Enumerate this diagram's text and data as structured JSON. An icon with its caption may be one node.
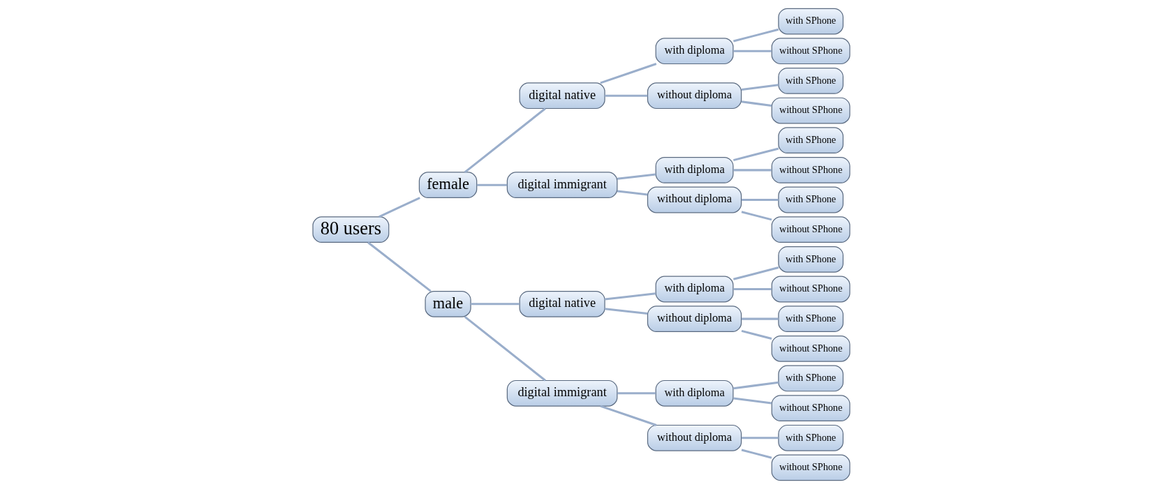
{
  "diagram": {
    "nodes": [
      {
        "text": [
          "80 users"
        ]
      },
      {
        "text": [
          "female"
        ]
      },
      {
        "text": [
          "male"
        ]
      },
      {
        "text": [
          "digital native"
        ]
      },
      {
        "text": [
          "digital immigrant"
        ]
      },
      {
        "text": [
          "digital native"
        ]
      },
      {
        "text": [
          "digital immigrant"
        ]
      },
      {
        "text": [
          "with diploma"
        ]
      },
      {
        "text": [
          "without diploma"
        ]
      },
      {
        "text": [
          "with diploma"
        ]
      },
      {
        "text": [
          "without diploma"
        ]
      },
      {
        "text": [
          "with diploma"
        ]
      },
      {
        "text": [
          "without diploma"
        ]
      },
      {
        "text": [
          "with diploma"
        ]
      },
      {
        "text": [
          "without diploma"
        ]
      },
      {
        "text": [
          "with SPhone"
        ]
      },
      {
        "text": [
          "without SPhone"
        ]
      },
      {
        "text": [
          "with SPhone"
        ]
      },
      {
        "text": [
          "without SPhone"
        ]
      },
      {
        "text": [
          "with SPhone"
        ]
      },
      {
        "text": [
          "without SPhone"
        ]
      },
      {
        "text": [
          "with SPhone"
        ]
      },
      {
        "text": [
          "without SPhone"
        ]
      },
      {
        "text": [
          "with SPhone"
        ]
      },
      {
        "text": [
          "without SPhone"
        ]
      },
      {
        "text": [
          "with SPhone"
        ]
      },
      {
        "text": [
          "without SPhone"
        ]
      },
      {
        "text": [
          "with SPhone"
        ]
      },
      {
        "text": [
          "without SPhone"
        ]
      },
      {
        "text": [
          "with SPhone"
        ]
      },
      {
        "text": [
          "without SPhone"
        ]
      }
    ],
    "edges": [
      {
        "from": 0,
        "to": 1,
        "arrow": "none"
      },
      {
        "from": 0,
        "to": 2,
        "arrow": "none"
      },
      {
        "from": 1,
        "to": 3,
        "arrow": "none"
      },
      {
        "from": 1,
        "to": 4,
        "arrow": "none"
      },
      {
        "from": 2,
        "to": 5,
        "arrow": "none"
      },
      {
        "from": 2,
        "to": 6,
        "arrow": "none"
      },
      {
        "from": 3,
        "to": 7,
        "arrow": "none"
      },
      {
        "from": 3,
        "to": 8,
        "arrow": "none"
      },
      {
        "from": 4,
        "to": 9,
        "arrow": "none"
      },
      {
        "from": 4,
        "to": 10,
        "arrow": "none"
      },
      {
        "from": 5,
        "to": 11,
        "arrow": "none"
      },
      {
        "from": 5,
        "to": 12,
        "arrow": "none"
      },
      {
        "from": 6,
        "to": 13,
        "arrow": "none"
      },
      {
        "from": 6,
        "to": 14,
        "arrow": "none"
      },
      {
        "from": 7,
        "to": 15,
        "arrow": "none"
      },
      {
        "from": 7,
        "to": 16,
        "arrow": "none"
      },
      {
        "from": 8,
        "to": 17,
        "arrow": "none"
      },
      {
        "from": 8,
        "to": 18,
        "arrow": "none"
      },
      {
        "from": 9,
        "to": 19,
        "arrow": "none"
      },
      {
        "from": 9,
        "to": 20,
        "arrow": "none"
      },
      {
        "from": 10,
        "to": 21,
        "arrow": "none"
      },
      {
        "from": 10,
        "to": 22,
        "arrow": "none"
      },
      {
        "from": 11,
        "to": 23,
        "arrow": "none"
      },
      {
        "from": 11,
        "to": 24,
        "arrow": "none"
      },
      {
        "from": 12,
        "to": 25,
        "arrow": "none"
      },
      {
        "from": 12,
        "to": 26,
        "arrow": "none"
      },
      {
        "from": 13,
        "to": 27,
        "arrow": "none"
      },
      {
        "from": 13,
        "to": 28,
        "arrow": "none"
      },
      {
        "from": 14,
        "to": 29,
        "arrow": "none"
      },
      {
        "from": 14,
        "to": 30,
        "arrow": "none"
      }
    ]
  }
}
